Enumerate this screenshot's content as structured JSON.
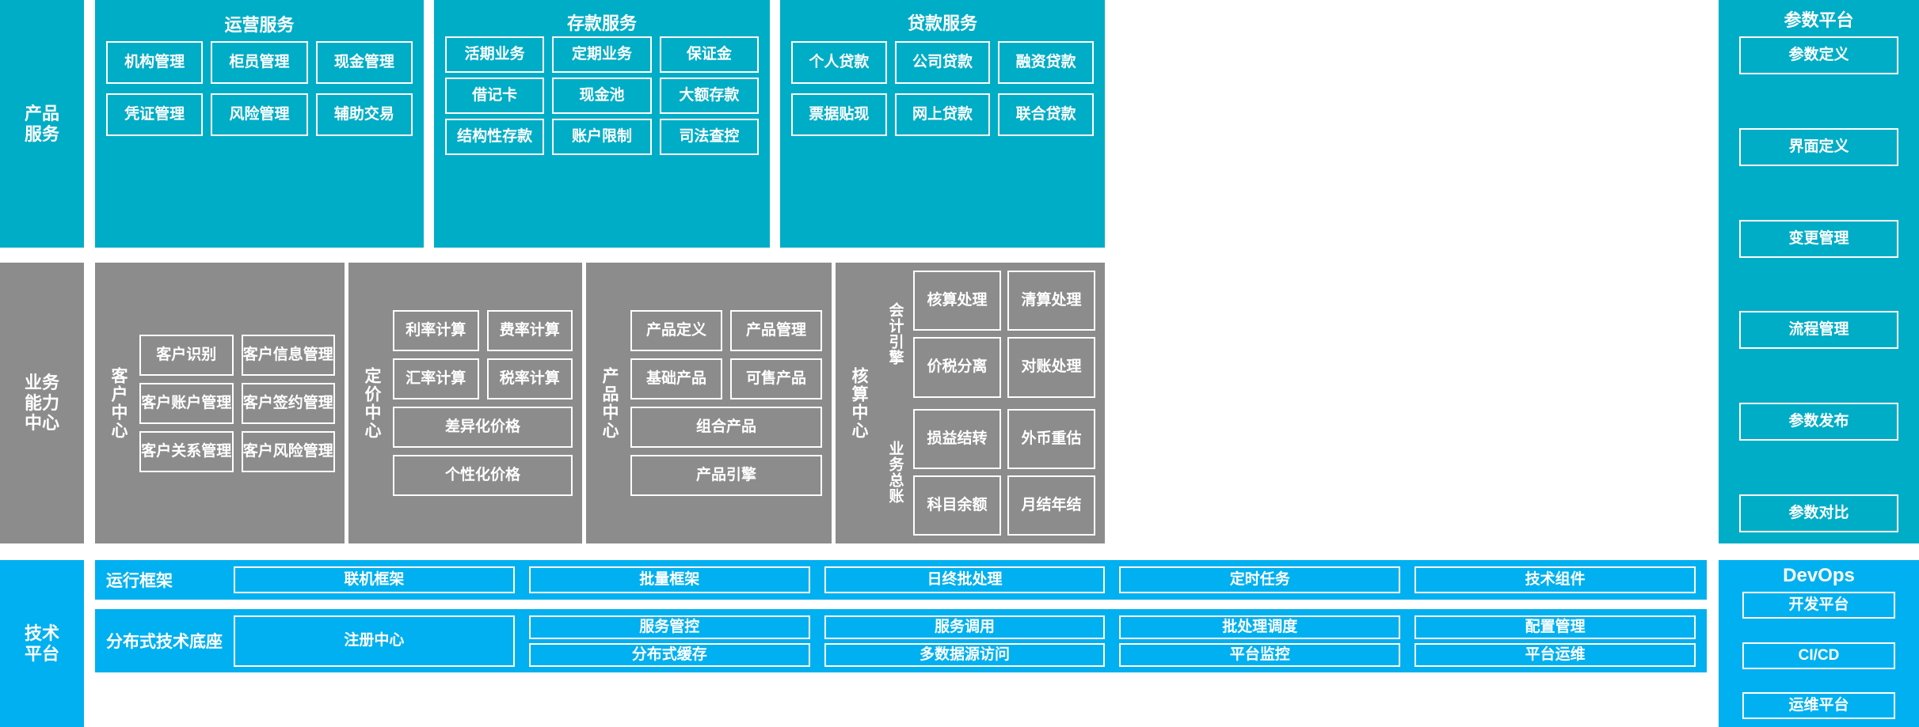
{
  "layers": {
    "product_services": {
      "label": "产品\n服务",
      "label_lines": [
        "产品",
        "服务"
      ],
      "panels": [
        {
          "title": "运营服务",
          "items": [
            "机构管理",
            "柜员管理",
            "现金管理",
            "凭证管理",
            "风险管理",
            "辅助交易"
          ]
        },
        {
          "title": "存款服务",
          "items": [
            "活期业务",
            "定期业务",
            "保证金",
            "借记卡",
            "现金池",
            "大额存款",
            "结构性存款",
            "账户限制",
            "司法查控"
          ]
        },
        {
          "title": "贷款服务",
          "items": [
            "个人贷款",
            "公司贷款",
            "融资贷款",
            "票据贴现",
            "网上贷款",
            "联合贷款"
          ]
        }
      ]
    },
    "parameter_platform": {
      "title": "参数平台",
      "items": [
        "参数定义",
        "界面定义",
        "变更管理",
        "流程管理",
        "参数发布",
        "参数对比"
      ]
    },
    "business_capability": {
      "label_lines": [
        "业务",
        "能力",
        "中心"
      ],
      "centers": [
        {
          "name": "客户中心",
          "rows": [
            [
              "客户识别",
              "客户信息管理"
            ],
            [
              "客户账户管理",
              "客户签约管理"
            ],
            [
              "客户关系管理",
              "客户风险管理"
            ]
          ]
        },
        {
          "name": "定价中心",
          "rows": [
            [
              "利率计算",
              "费率计算"
            ],
            [
              "汇率计算",
              "税率计算"
            ],
            [
              "差异化价格"
            ],
            [
              "个性化价格"
            ]
          ]
        },
        {
          "name": "产品中心",
          "rows": [
            [
              "产品定义",
              "产品管理"
            ],
            [
              "基础产品",
              "可售产品"
            ],
            [
              "组合产品"
            ],
            [
              "产品引擎"
            ]
          ]
        },
        {
          "name": "核算中心",
          "subgroups": [
            {
              "name": "会计引擎",
              "items": [
                "核算处理",
                "清算处理",
                "价税分离",
                "对账处理"
              ]
            },
            {
              "name": "业务总账",
              "items": [
                "损益结转",
                "外币重估",
                "科目余额",
                "月结年结"
              ]
            }
          ]
        }
      ]
    },
    "technology_platform": {
      "label_lines": [
        "技术",
        "平台"
      ],
      "blocks": [
        {
          "name": "运行框架",
          "columns": [
            {
              "items": [
                "联机框架"
              ]
            },
            {
              "items": [
                "批量框架"
              ]
            },
            {
              "items": [
                "日终批处理"
              ]
            },
            {
              "items": [
                "定时任务"
              ]
            },
            {
              "items": [
                "技术组件"
              ]
            }
          ]
        },
        {
          "name": "分布式技术底座",
          "columns": [
            {
              "items": [
                "注册中心"
              ],
              "tall": true
            },
            {
              "items": [
                "服务管控",
                "分布式缓存"
              ]
            },
            {
              "items": [
                "服务调用",
                "多数据源访问"
              ]
            },
            {
              "items": [
                "批处理调度",
                "平台监控"
              ]
            },
            {
              "items": [
                "配置管理",
                "平台运维"
              ]
            }
          ]
        }
      ]
    },
    "devops": {
      "title": "DevOps",
      "items": [
        "开发平台",
        "CI/CD",
        "运维平台"
      ]
    }
  },
  "colors": {
    "teal": "#00adc6",
    "grey": "#8c8c8c",
    "blue": "#00b0f0",
    "outline": "#ffffff",
    "background": "#ffffff"
  }
}
